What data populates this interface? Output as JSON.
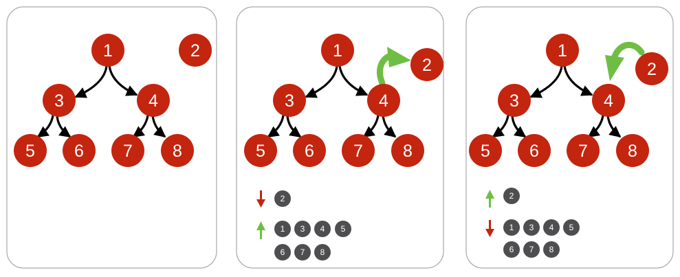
{
  "colors": {
    "node_fill": "#c3250f",
    "chip_fill": "#4e4e50",
    "edge": "#000000",
    "panel_border": "#a8a8a8",
    "move_arrow": "#6fbe44",
    "down_arrow": "#c3250f",
    "up_arrow": "#6fbe44"
  },
  "panels": [
    {
      "nodes": {
        "n1": "1",
        "n2": "2",
        "n3": "3",
        "n4": "4",
        "n5": "5",
        "n6": "6",
        "n7": "7",
        "n8": "8"
      }
    },
    {
      "nodes": {
        "n1": "1",
        "n2": "2",
        "n3": "3",
        "n4": "4",
        "n5": "5",
        "n6": "6",
        "n7": "7",
        "n8": "8"
      },
      "move_arrow_icon": "curved-arrow-up-right-icon",
      "legend": {
        "top_arrow_icon": "down-arrow-icon",
        "top_chips": [
          "2"
        ],
        "bottom_arrow_icon": "up-arrow-icon",
        "bottom_chips": [
          "1",
          "3",
          "4",
          "5",
          "6",
          "7",
          "8"
        ]
      }
    },
    {
      "nodes": {
        "n1": "1",
        "n2": "2",
        "n3": "3",
        "n4": "4",
        "n5": "5",
        "n6": "6",
        "n7": "7",
        "n8": "8"
      },
      "move_arrow_icon": "curved-arrow-down-left-icon",
      "legend": {
        "top_arrow_icon": "up-arrow-icon",
        "top_chips": [
          "2"
        ],
        "bottom_arrow_icon": "down-arrow-icon",
        "bottom_chips": [
          "1",
          "3",
          "4",
          "5",
          "6",
          "7",
          "8"
        ]
      }
    }
  ]
}
